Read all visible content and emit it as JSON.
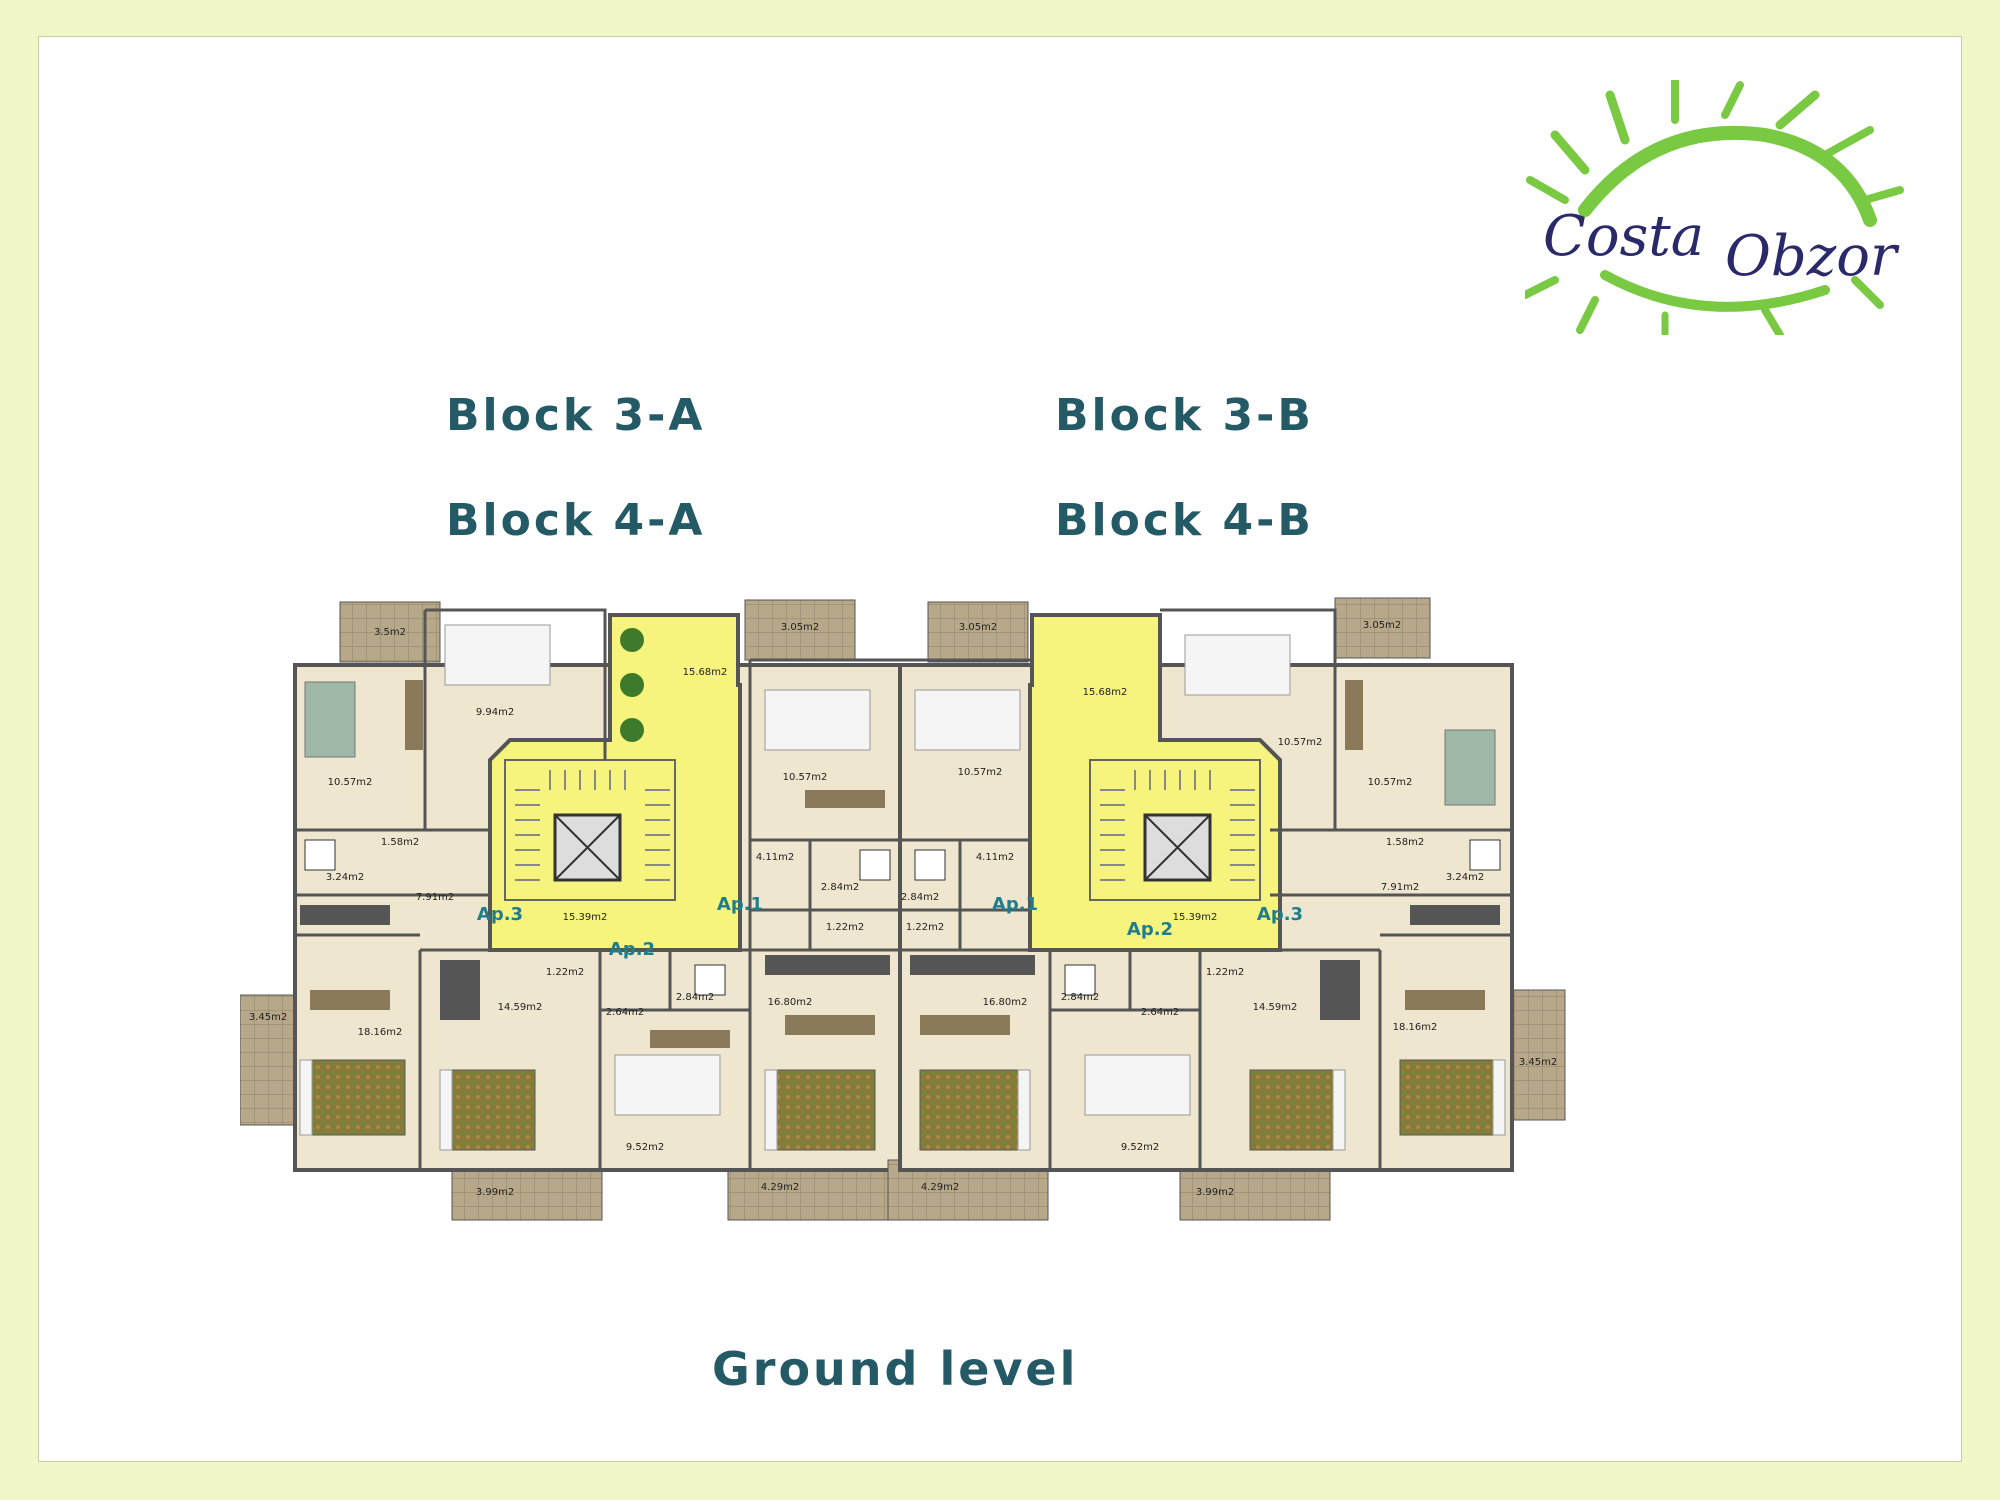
{
  "brand": {
    "logo_text_1": "Costa",
    "logo_text_2": "Obzor",
    "logo_color": "#7ac943",
    "text_color": "#2a2a6a"
  },
  "headings": {
    "block_3a": "Block 3-A",
    "block_3b": "Block 3-B",
    "block_4a": "Block 4-A",
    "block_4b": "Block 4-B",
    "level": "Ground level"
  },
  "colors": {
    "heading": "#245a66",
    "stair_hall": "#f6f47c",
    "wall": "#555555",
    "floor": "#efe6cf",
    "balcony": "#b8a88a"
  },
  "apartments": [
    "Ap.3",
    "Ap.2",
    "Ap.1",
    "Ap.1",
    "Ap.2",
    "Ap.3"
  ],
  "rooms": {
    "left": {
      "balcony_top_a": "3.5m2",
      "bedroom_a": "9.94m2",
      "bedroom_b": "10.57m2",
      "hall_common": "15.68m2",
      "balcony_top_b": "3.05m2",
      "bedroom_c": "10.57m2",
      "storage_a": "1.58m2",
      "bath_a": "3.24m2",
      "corridor_a": "7.91m2",
      "stair_hall": "15.39m2",
      "corridor_b": "4.11m2",
      "bath_b": "2.84m2",
      "wc_b": "1.22m2",
      "wc_c": "1.22m2",
      "bath_c": "2.84m2",
      "corridor_c": "2.64m2",
      "balcony_left": "3.45m2",
      "living_a": "18.16m2",
      "living_b": "14.59m2",
      "living_c": "16.80m2",
      "bedroom_d": "9.52m2",
      "balcony_bottom_a": "3.99m2",
      "balcony_bottom_b": "4.29m2"
    },
    "right": {
      "balcony_top_a": "3.05m2",
      "bedroom_a": "10.57m2",
      "hall_common": "15.68m2",
      "bedroom_b": "10.57m2",
      "balcony_top_b": "3.05m2",
      "bedroom_c": "10.57m2",
      "bath_a": "2.84m2",
      "corridor_a": "4.11m2",
      "wc_a": "1.22m2",
      "stair_hall": "15.39m2",
      "storage_b": "1.58m2",
      "bath_b": "3.24m2",
      "corridor_b": "7.91m2",
      "bath_c": "2.84m2",
      "corridor_c": "2.64m2",
      "wc_c": "1.22m2",
      "living_a": "16.80m2",
      "living_b": "14.59m2",
      "living_c": "18.16m2",
      "balcony_right": "3.45m2",
      "bedroom_d": "9.52m2",
      "balcony_bottom_a": "4.29m2",
      "balcony_bottom_b": "3.99m2"
    }
  }
}
